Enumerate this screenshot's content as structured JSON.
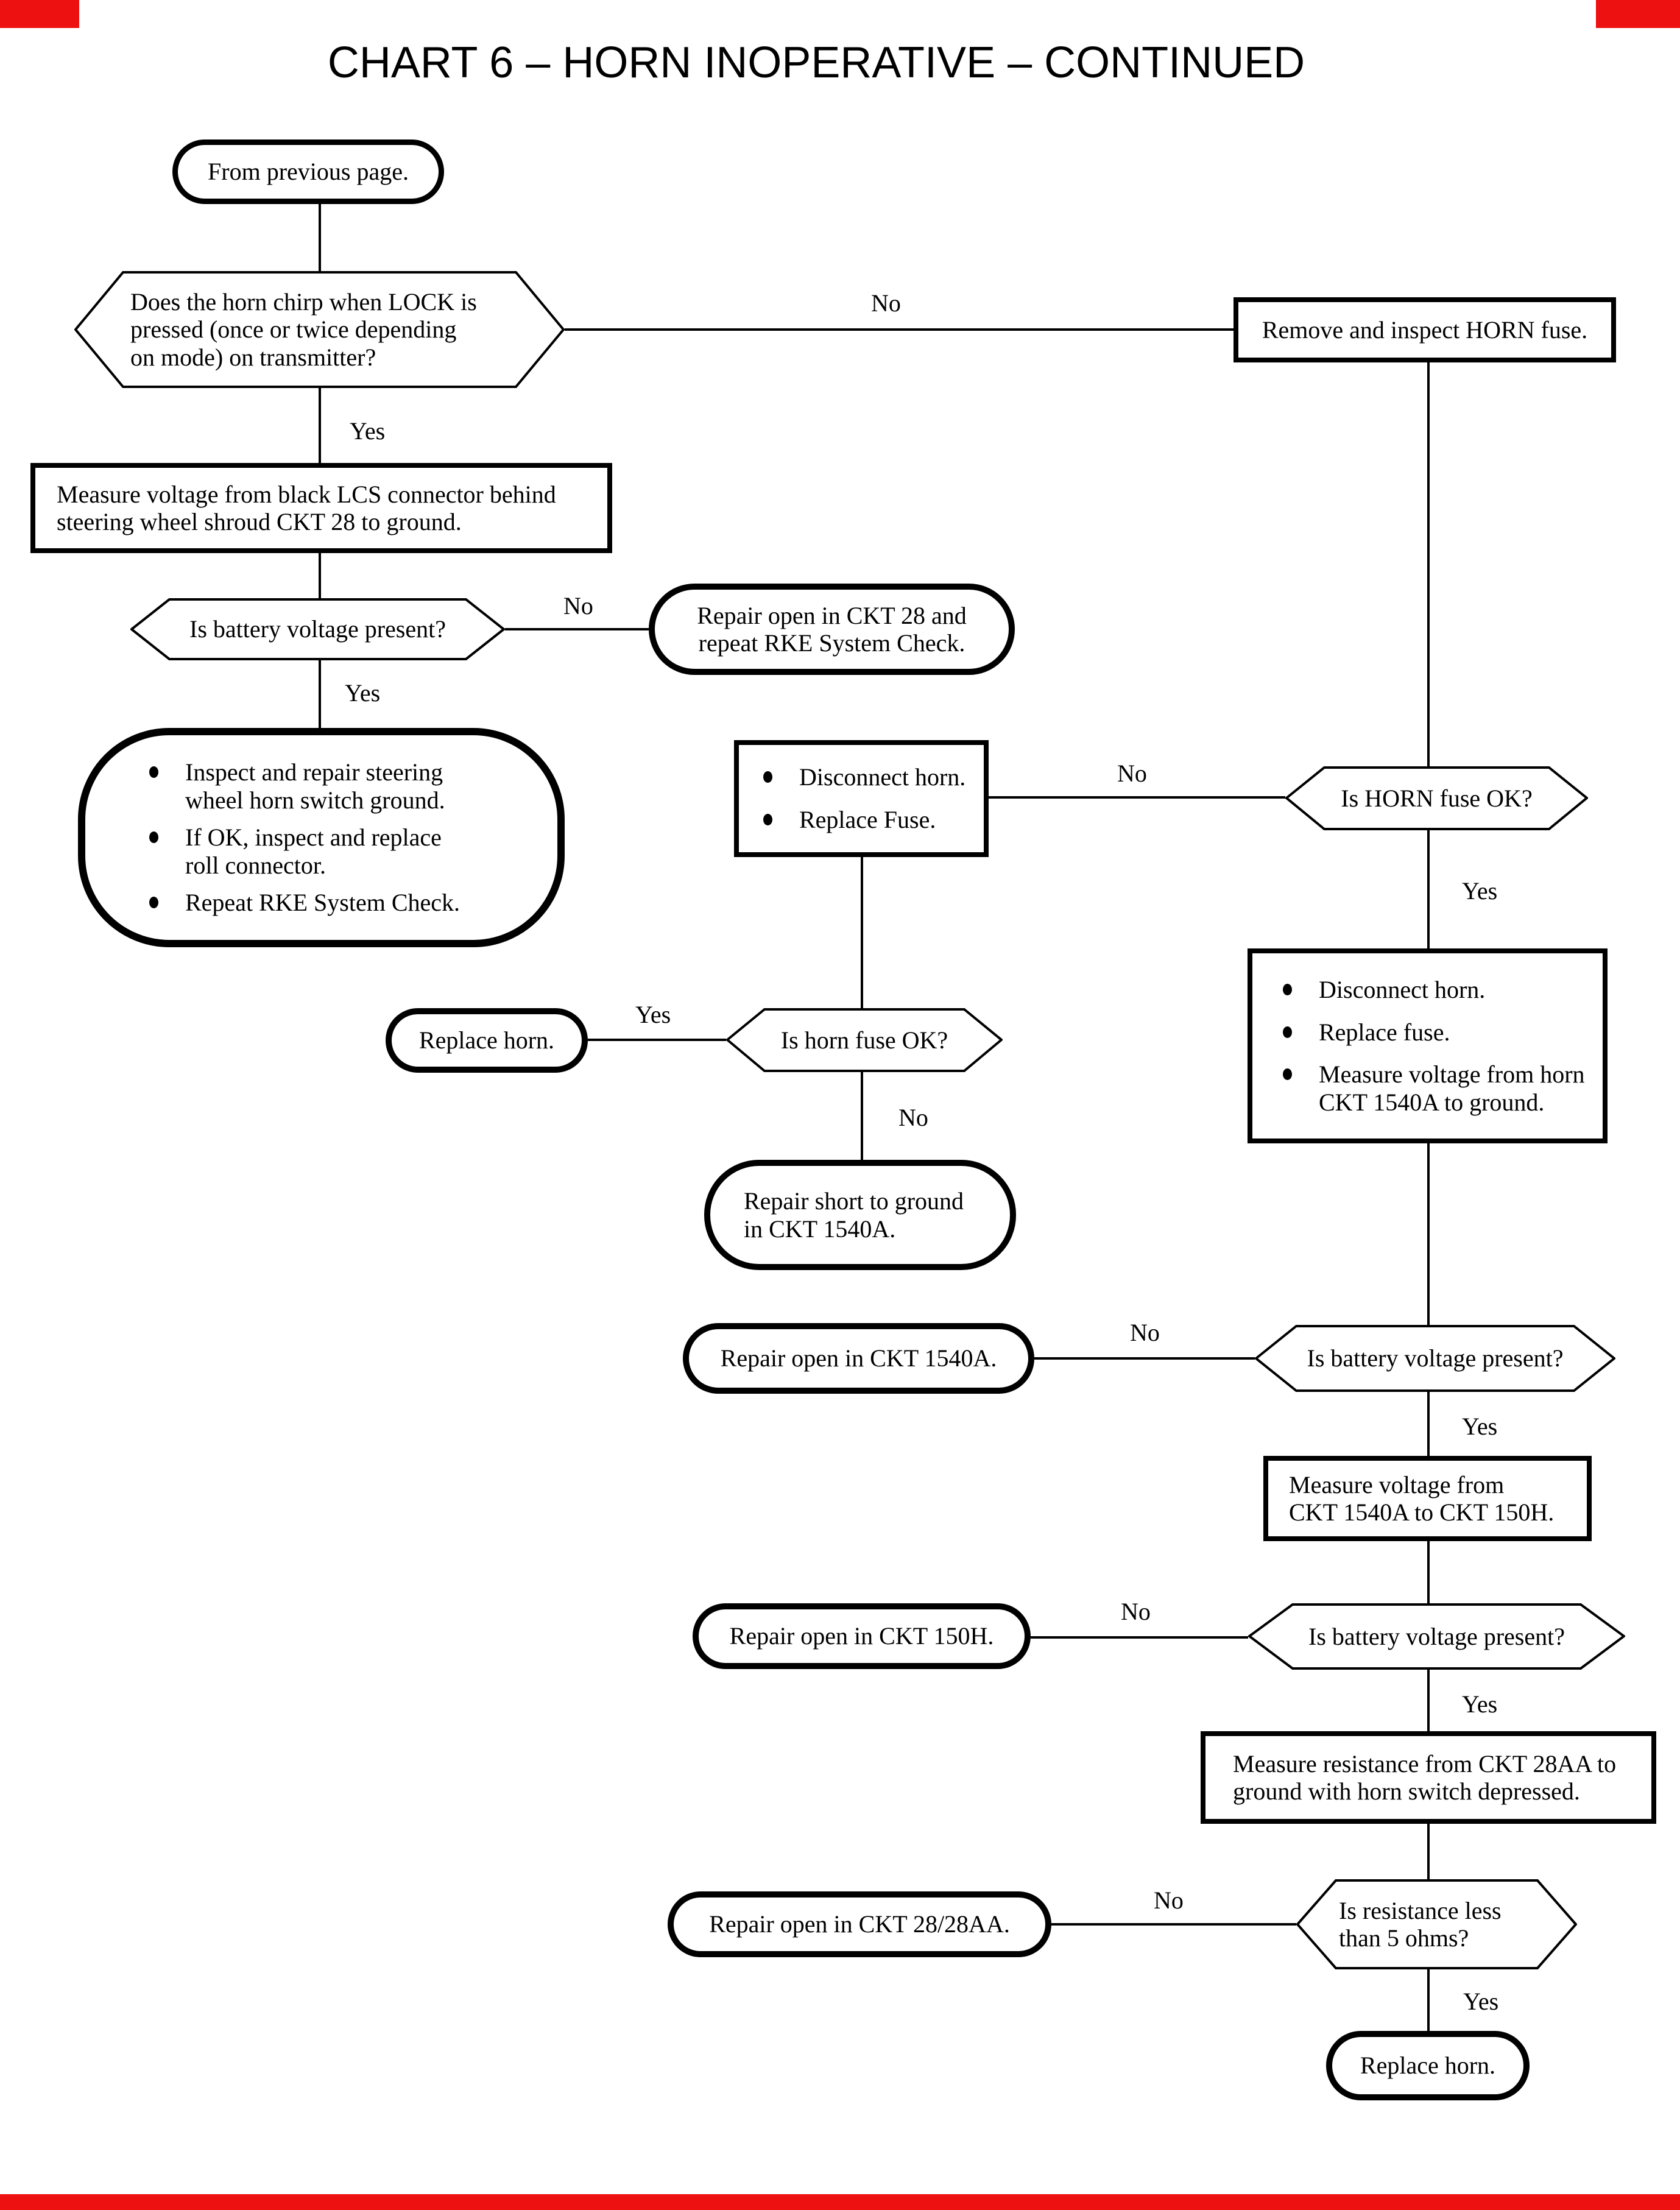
{
  "page": {
    "title": "CHART 6 – HORN INOPERATIVE – CONTINUED"
  },
  "decorations": {
    "corner_mark_color": "#ee1111"
  },
  "labels": {
    "yes": "Yes",
    "no": "No"
  },
  "nodes": {
    "from_previous": "From previous page.",
    "q_chirp": [
      "Does the horn chirp when LOCK is",
      "pressed (once or twice depending",
      "on mode) on transmitter?"
    ],
    "remove_fuse": "Remove and inspect HORN fuse.",
    "measure_lcs": [
      "Measure voltage from black LCS connector behind",
      "steering wheel shroud CKT 28 to ground."
    ],
    "q_batt1": "Is battery voltage present?",
    "repair_ckt28": [
      "Repair open in CKT 28 and",
      "repeat RKE System Check."
    ],
    "inspect_repair": {
      "items": [
        [
          "Inspect and repair steering",
          "wheel horn switch ground."
        ],
        [
          "If OK, inspect and replace",
          "roll connector."
        ],
        [
          "Repeat RKE System Check."
        ]
      ]
    },
    "disc_fuse": {
      "items": [
        [
          "Disconnect horn."
        ],
        [
          "Replace Fuse."
        ]
      ]
    },
    "q_horn_fuse_right": "Is HORN fuse OK?",
    "disc_measure": {
      "items": [
        [
          "Disconnect horn."
        ],
        [
          "Replace fuse."
        ],
        [
          "Measure voltage from horn",
          "CKT 1540A to ground."
        ]
      ]
    },
    "replace_horn_mid": "Replace horn.",
    "q_horn_fuse_mid": "Is horn fuse OK?",
    "repair_short": [
      "Repair short to ground",
      "in CKT 1540A."
    ],
    "repair_open_1540a": "Repair open in CKT 1540A.",
    "q_batt2": "Is battery voltage present?",
    "measure_1540_150": [
      "Measure voltage from",
      "CKT 1540A to CKT 150H."
    ],
    "repair_open_150h": "Repair open in CKT 150H.",
    "q_batt3": "Is battery voltage present?",
    "measure_resistance": [
      "Measure resistance from CKT 28AA to",
      "ground with horn switch depressed."
    ],
    "repair_open_28": "Repair open in CKT 28/28AA.",
    "q_resistance": [
      "Is resistance less",
      "than 5 ohms?"
    ],
    "replace_horn_final": "Replace horn."
  }
}
